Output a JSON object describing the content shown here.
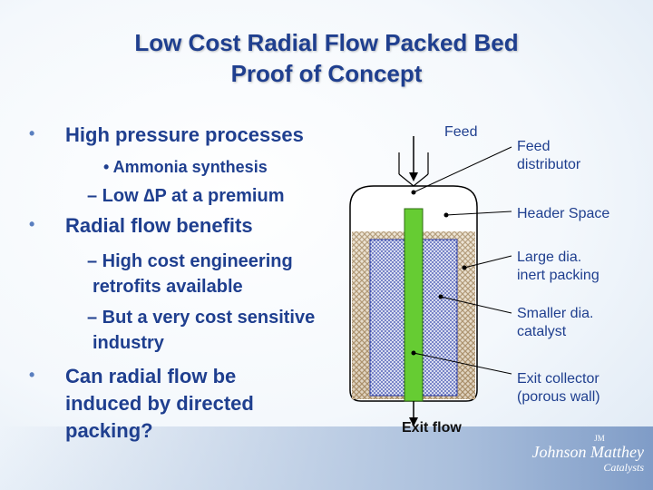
{
  "title": {
    "line1": "Low Cost Radial Flow Packed Bed",
    "line2": "Proof of Concept"
  },
  "bullets": {
    "high_pressure": "High pressure processes",
    "ammonia": "Ammonia synthesis",
    "low_dp": "– Low ∆P at a premium",
    "radial_benefits": "Radial flow benefits",
    "high_cost_1": "– High cost engineering",
    "high_cost_2": "retrofits available",
    "cost_sensitive_1": "– But a very cost sensitive",
    "cost_sensitive_2": "industry",
    "can_radial_1": "Can radial flow be",
    "can_radial_2": "induced by directed",
    "can_radial_3": "packing?"
  },
  "diagram": {
    "feed": "Feed",
    "exit_flow": "Exit flow",
    "feed_distributor_1": "Feed",
    "feed_distributor_2": "distributor",
    "header_space": "Header Space",
    "large_inert_1": "Large dia.",
    "large_inert_2": "inert packing",
    "smaller_catalyst_1": "Smaller dia.",
    "smaller_catalyst_2": "catalyst",
    "exit_collector_1": "Exit collector",
    "exit_collector_2": "(porous wall)"
  },
  "logo": {
    "badge": "JM",
    "name": "Johnson Matthey",
    "sub": "Catalysts"
  },
  "colors": {
    "title_blue": "#1f3f8f",
    "bullet_dot": "#5a7fbf",
    "collector_green": "#66cc33",
    "catalyst_blue": "#3344aa",
    "inert_tan": "#c8b088"
  }
}
